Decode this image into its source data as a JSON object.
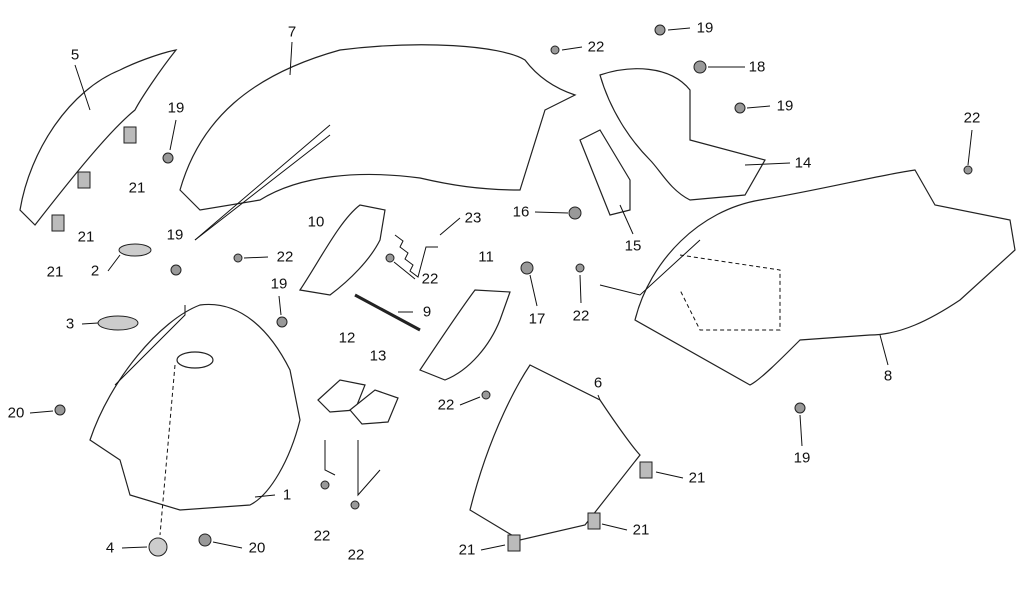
{
  "callouts": [
    {
      "id": "c5",
      "text": "5"
    },
    {
      "id": "c7",
      "text": "7"
    },
    {
      "id": "c22a",
      "text": "22"
    },
    {
      "id": "c19a",
      "text": "19"
    },
    {
      "id": "c18",
      "text": "18"
    },
    {
      "id": "c19b",
      "text": "19"
    },
    {
      "id": "c22b",
      "text": "22"
    },
    {
      "id": "c14",
      "text": "14"
    },
    {
      "id": "c19c",
      "text": "19"
    },
    {
      "id": "c21a",
      "text": "21"
    },
    {
      "id": "c21b",
      "text": "21"
    },
    {
      "id": "c21c",
      "text": "21"
    },
    {
      "id": "c19d",
      "text": "19"
    },
    {
      "id": "c2",
      "text": "2"
    },
    {
      "id": "c3",
      "text": "3"
    },
    {
      "id": "c10",
      "text": "10"
    },
    {
      "id": "c23",
      "text": "23"
    },
    {
      "id": "c22c",
      "text": "22"
    },
    {
      "id": "c22d",
      "text": "22"
    },
    {
      "id": "c9",
      "text": "9"
    },
    {
      "id": "c11",
      "text": "11"
    },
    {
      "id": "c16",
      "text": "16"
    },
    {
      "id": "c15",
      "text": "15"
    },
    {
      "id": "c17",
      "text": "17"
    },
    {
      "id": "c22e",
      "text": "22"
    },
    {
      "id": "c19e",
      "text": "19"
    },
    {
      "id": "c12",
      "text": "12"
    },
    {
      "id": "c13",
      "text": "13"
    },
    {
      "id": "c6",
      "text": "6"
    },
    {
      "id": "c8",
      "text": "8"
    },
    {
      "id": "c20a",
      "text": "20"
    },
    {
      "id": "c22f",
      "text": "22"
    },
    {
      "id": "c1",
      "text": "1"
    },
    {
      "id": "c19f",
      "text": "19"
    },
    {
      "id": "c21d",
      "text": "21"
    },
    {
      "id": "c21e",
      "text": "21"
    },
    {
      "id": "c21f",
      "text": "21"
    },
    {
      "id": "c4",
      "text": "4"
    },
    {
      "id": "c20b",
      "text": "20"
    },
    {
      "id": "c22g",
      "text": "22"
    },
    {
      "id": "c22h",
      "text": "22"
    }
  ]
}
